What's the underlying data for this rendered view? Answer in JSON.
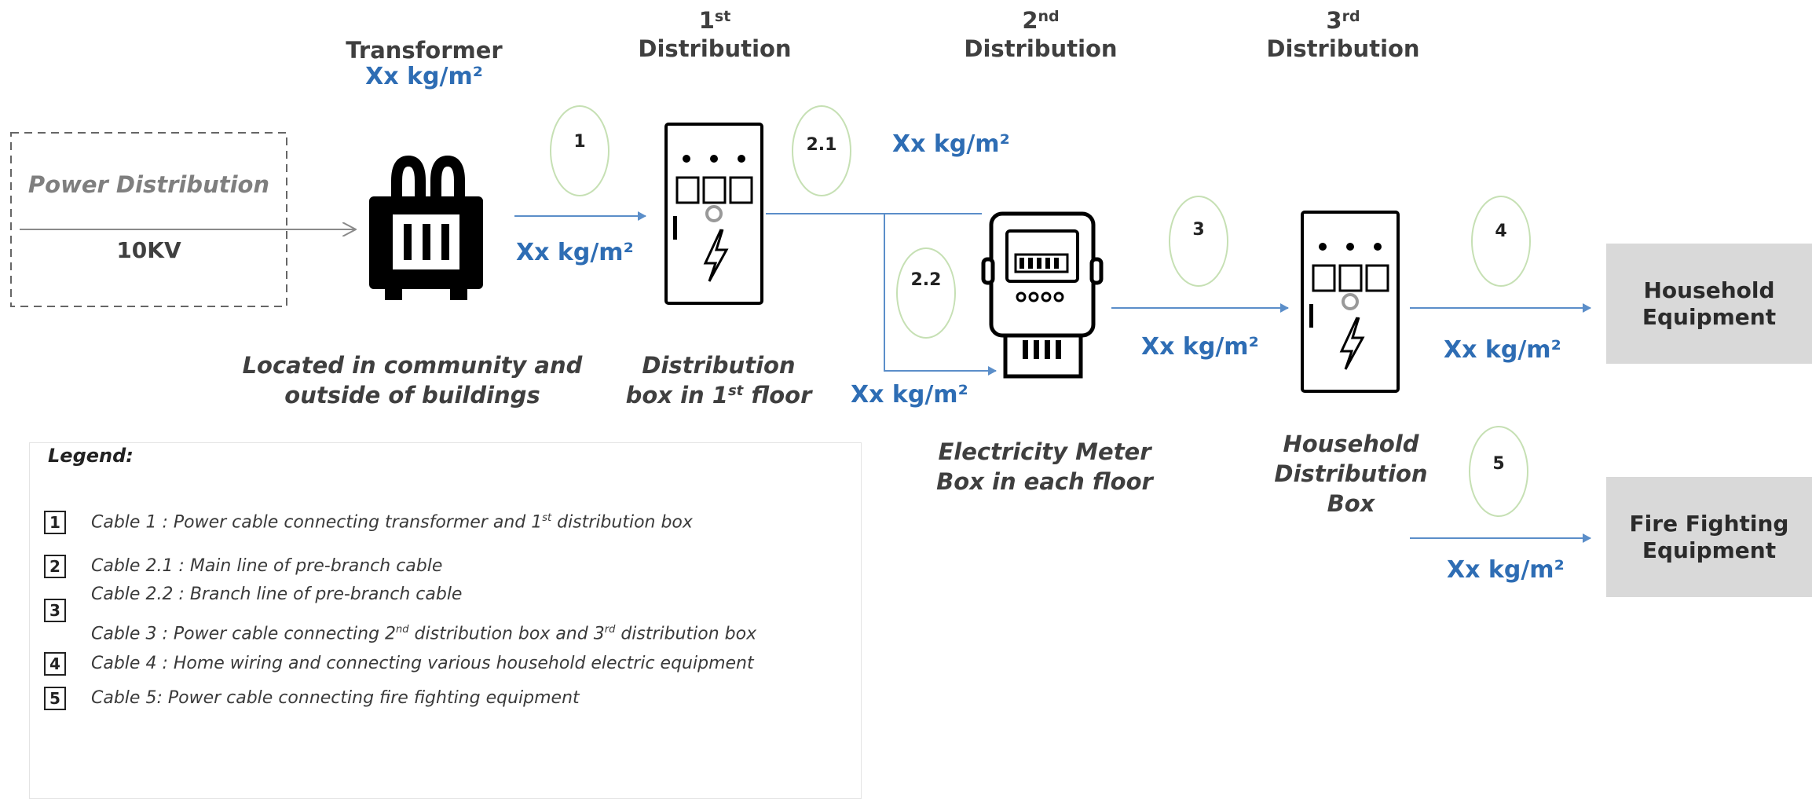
{
  "colors": {
    "accent": "#2e6db4",
    "ellipse": "#c6e0b4",
    "gray_box": "#d9d9d9",
    "line": "#5b8ec9"
  },
  "source": {
    "title": "Power Distribution",
    "voltage": "10KV"
  },
  "transformer": {
    "title": "Transformer",
    "load": "Xx kg/m²",
    "caption_line1": "Located in community and",
    "caption_line2": "outside of buildings"
  },
  "dist1": {
    "ord": "1",
    "sup": "st",
    "title": "Distribution",
    "caption_line1": "Distribution",
    "caption_line2_a": "box in 1",
    "caption_line2_sup": "st",
    "caption_line2_b": "floor"
  },
  "dist2": {
    "ord": "2",
    "sup": "nd",
    "title": "Distribution",
    "caption_line1": "Electricity Meter",
    "caption_line2": "Box in each floor"
  },
  "dist3": {
    "ord": "3",
    "sup": "rd",
    "title": "Distribution",
    "caption_line1": "Household",
    "caption_line2": "Distribution",
    "caption_line3": "Box"
  },
  "cables": [
    {
      "id": "1",
      "load": "Xx kg/m²"
    },
    {
      "id": "2.1",
      "load": "Xx kg/m²"
    },
    {
      "id": "2.2",
      "load": "Xx kg/m²"
    },
    {
      "id": "3",
      "load": "Xx kg/m²"
    },
    {
      "id": "4",
      "load": "Xx kg/m²"
    },
    {
      "id": "5",
      "load": "Xx kg/m²"
    }
  ],
  "targets": {
    "household": {
      "line1": "Household",
      "line2": "Equipment"
    },
    "fire": {
      "line1": "Fire Fighting",
      "line2": "Equipment"
    }
  },
  "legend": {
    "title": "Legend:",
    "items": [
      {
        "badge": "1",
        "text_a": "Cable  1 : Power cable connecting transformer and 1",
        "sup": "st",
        "text_b": " distribution box"
      },
      {
        "badge": "2",
        "text_a": "Cable  2.1 : Main line of pre-branch cable",
        "sup": "",
        "text_b": ""
      },
      {
        "badge": "3",
        "text_a": "Cable  2.2 : Branch line of pre-branch cable",
        "sup": "",
        "text_b": ""
      },
      {
        "badge": "",
        "text_a": "Cable  3 : Power cable connecting 2",
        "sup": "nd",
        "text_b": " distribution box and 3",
        "sup2": "rd",
        "text_c": " distribution box"
      },
      {
        "badge": "4",
        "text_a": "Cable  4 : Home wiring and connecting various household electric equipment",
        "sup": "",
        "text_b": ""
      },
      {
        "badge": "5",
        "text_a": "Cable  5: Power cable connecting fire fighting equipment",
        "sup": "",
        "text_b": ""
      }
    ]
  }
}
